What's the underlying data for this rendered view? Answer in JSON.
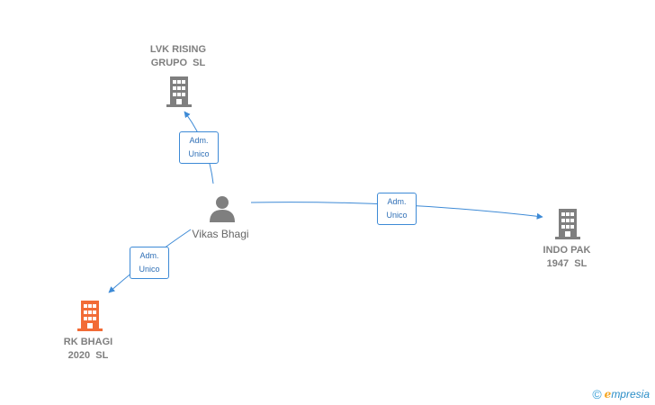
{
  "nodes": {
    "lvk": {
      "label": "LVK RISING\nGRUPO  SL",
      "type": "company",
      "color": "#7f7f7f"
    },
    "indo": {
      "label": "INDO PAK\n1947  SL",
      "type": "company",
      "color": "#7f7f7f"
    },
    "rk": {
      "label": "RK BHAGI\n2020  SL",
      "type": "company",
      "color": "#f26b36"
    },
    "vikas": {
      "label": "Vikas Bhagi",
      "type": "person",
      "color": "#7f7f7f"
    }
  },
  "edges": {
    "to_lvk": {
      "label_line1": "Adm.",
      "label_line2": "Unico"
    },
    "to_indo": {
      "label_line1": "Adm.",
      "label_line2": "Unico"
    },
    "to_rk": {
      "label_line1": "Adm.",
      "label_line2": "Unico"
    }
  },
  "colors": {
    "edge": "#3d8ad6",
    "company_icon": "#7f7f7f",
    "highlight_icon": "#f26b36"
  },
  "footer": {
    "copyright": "©",
    "brand_initial": "e",
    "brand_rest": "mpresia"
  }
}
